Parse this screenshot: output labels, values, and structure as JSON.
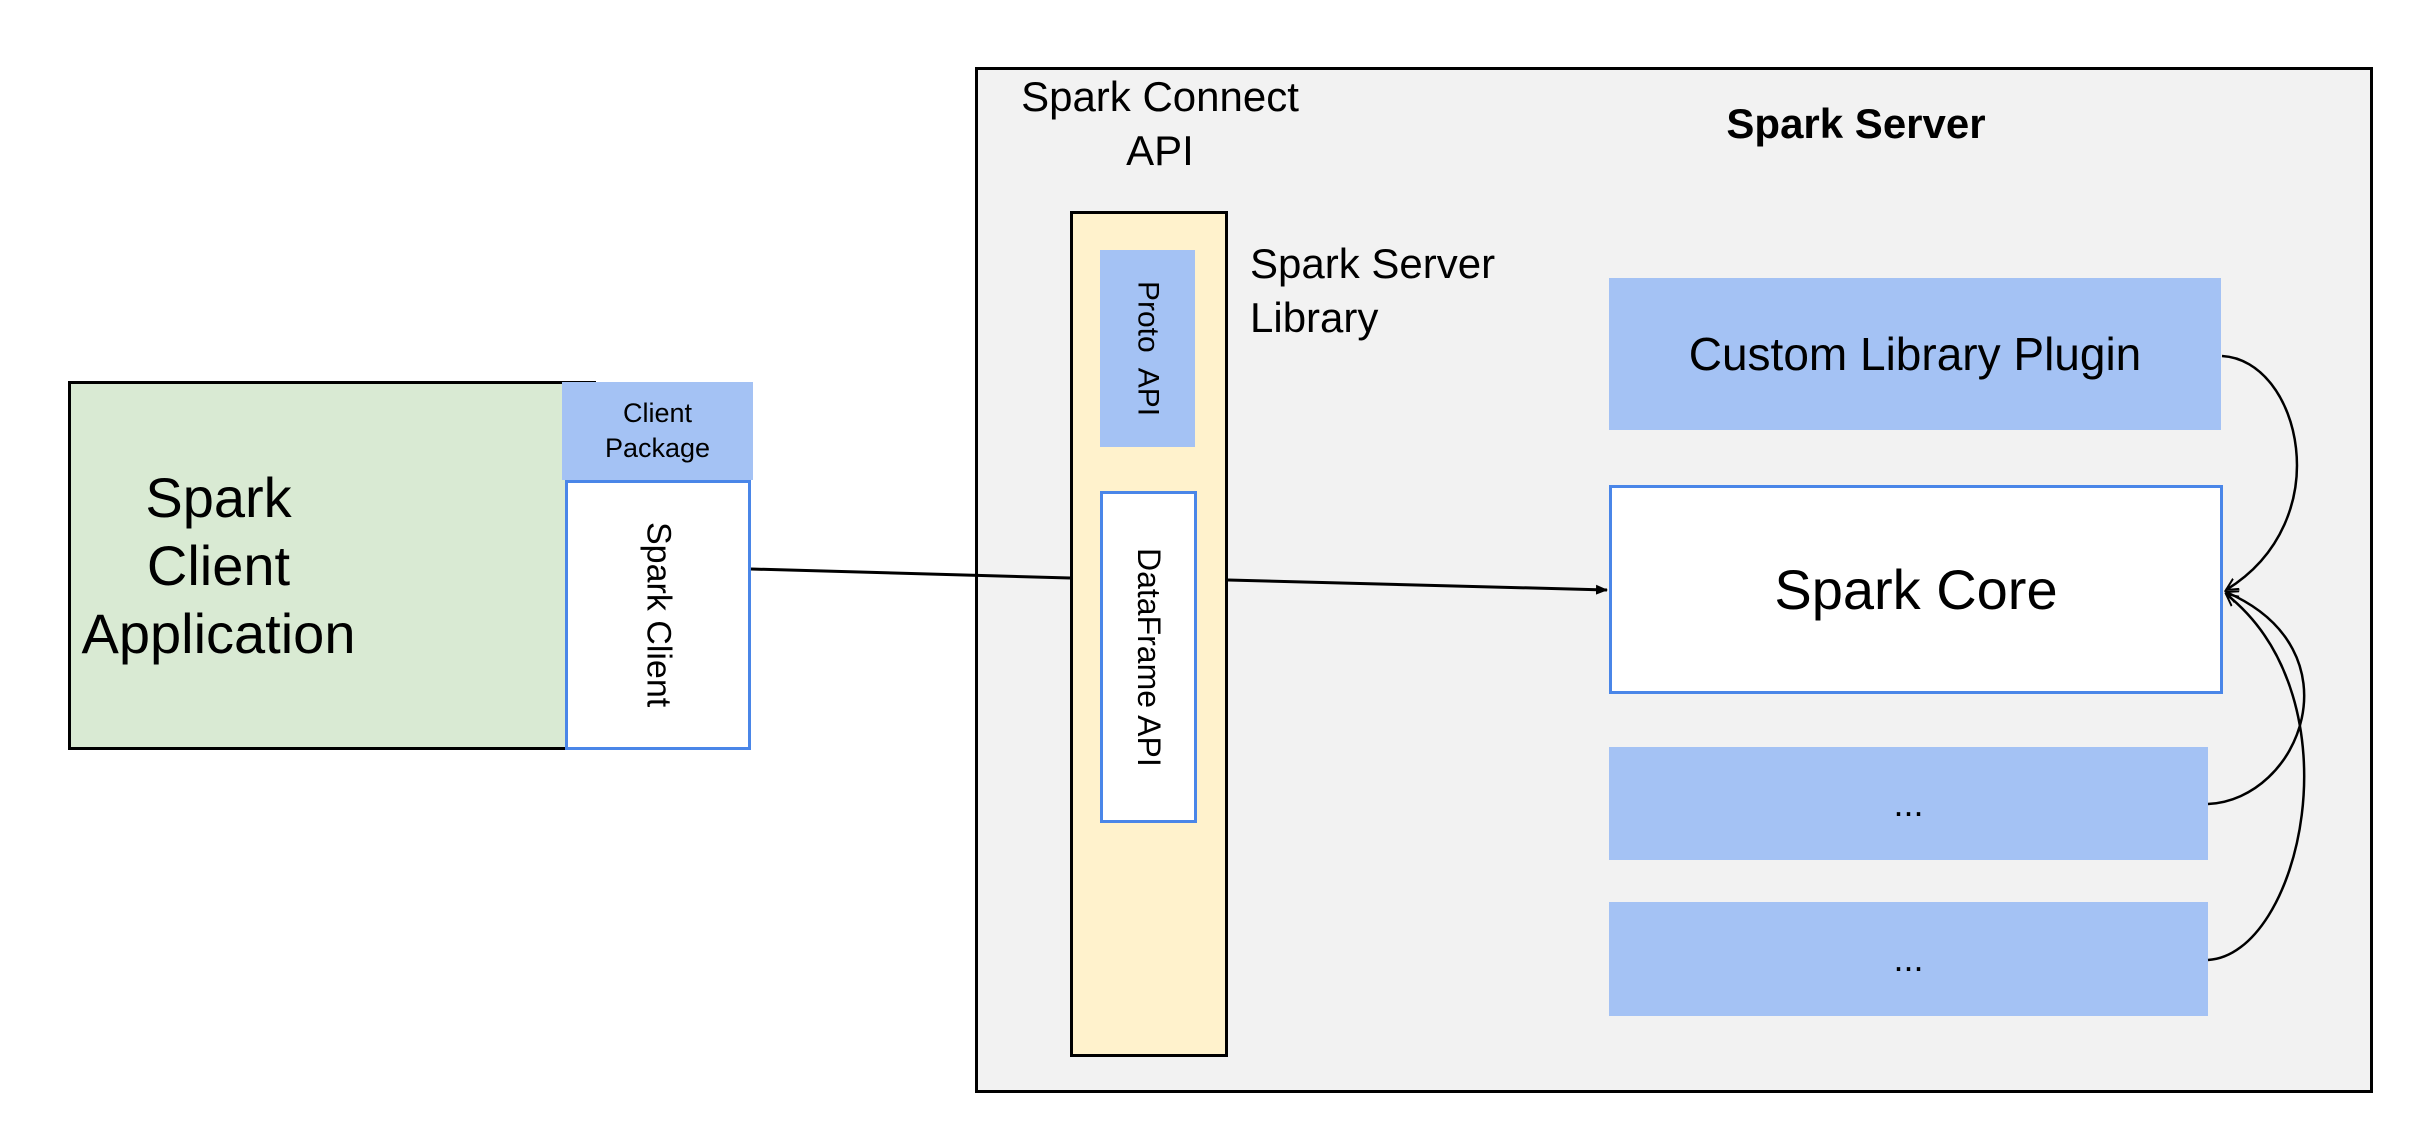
{
  "client": {
    "application_label": "Spark Client\nApplication",
    "package_label": "Client\nPackage",
    "spark_client_label": "Spark Client"
  },
  "server": {
    "title": "Spark Server",
    "connect_api_label": "Spark Connect\nAPI",
    "server_library_label": "Spark Server\nLibrary",
    "proto_api_label": "Proto  API",
    "dataframe_api_label": "DataFrame API",
    "custom_plugin_label": "Custom Library Plugin",
    "spark_core_label": "Spark Core",
    "extra_module_1_label": "...",
    "extra_module_2_label": "..."
  },
  "colors": {
    "client_app_fill": "#d9ead3",
    "blue_fill": "#a4c2f4",
    "blue_border": "#4a86e8",
    "library_fill": "#fff2cc",
    "server_fill": "#f2f2f2"
  }
}
